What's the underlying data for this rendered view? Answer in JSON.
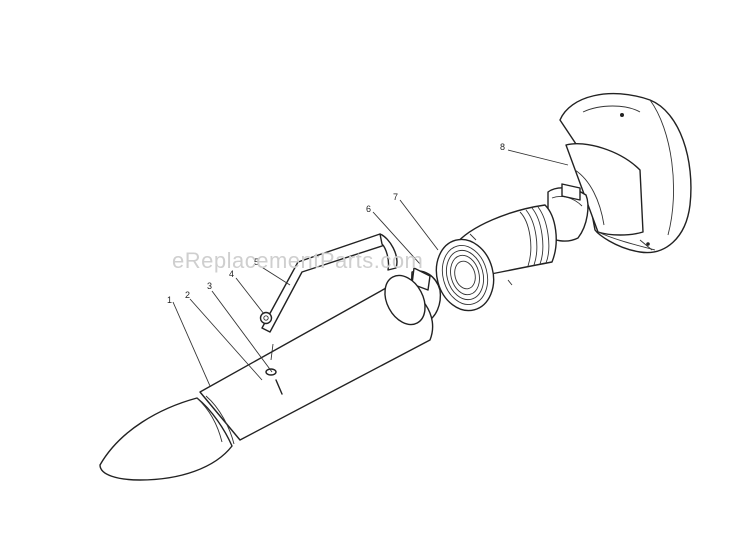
{
  "watermark": "eReplacementParts.com",
  "callouts": {
    "c1": "1",
    "c2": "2",
    "c3": "3",
    "c4": "4",
    "c5": "5",
    "c6": "6",
    "c7": "7",
    "c8": "8"
  }
}
